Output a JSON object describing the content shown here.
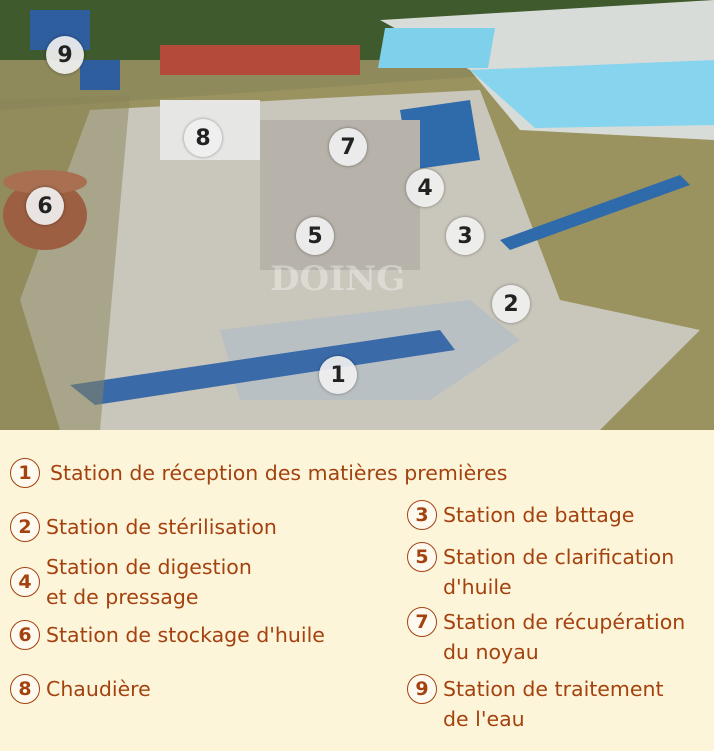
{
  "watermark": "DOING",
  "markers": [
    "1",
    "2",
    "3",
    "4",
    "5",
    "6",
    "7",
    "8",
    "9"
  ],
  "legend": [
    {
      "num": "1",
      "label": "Station de réception des matières premières"
    },
    {
      "num": "2",
      "label": "Station de stérilisation"
    },
    {
      "num": "3",
      "label": "Station de battage"
    },
    {
      "num": "4",
      "label": "Station de digestion\net de pressage"
    },
    {
      "num": "5",
      "label": "Station de clarification\nd'huile"
    },
    {
      "num": "6",
      "label": "Station de stockage d'huile"
    },
    {
      "num": "7",
      "label": "Station de récupération\ndu noyau"
    },
    {
      "num": "8",
      "label": "Chaudière"
    },
    {
      "num": "9",
      "label": "Station de traitement\nde l'eau"
    }
  ],
  "colors": {
    "text": "#a4420f",
    "background": "#fdf5da"
  }
}
